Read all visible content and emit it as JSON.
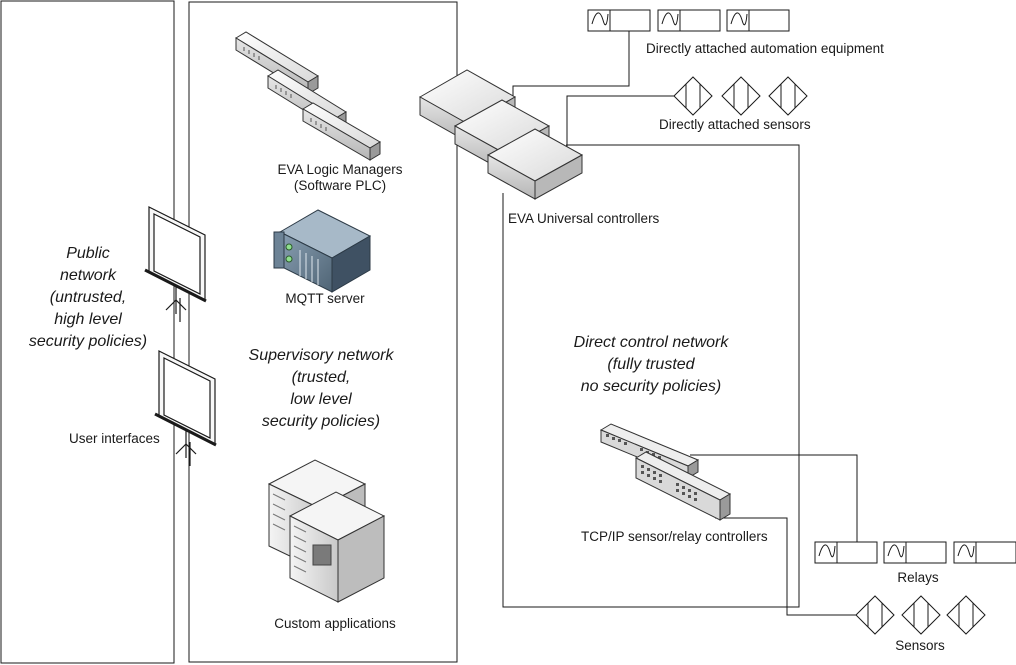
{
  "zones": {
    "public": {
      "title_lines": [
        "Public",
        "network",
        "(untrusted,",
        "high level",
        "security policies)"
      ]
    },
    "supervisory": {
      "title_lines": [
        "Supervisory network",
        "(trusted,",
        "low level",
        "security policies)"
      ]
    },
    "direct": {
      "title_lines": [
        "Direct control network",
        "(fully trusted",
        "no security policies)"
      ]
    }
  },
  "nodes": {
    "user_interfaces": "User interfaces",
    "logic_managers": [
      "EVA Logic Managers",
      "(Software PLC)"
    ],
    "mqtt_server": "MQTT server",
    "custom_applications": "Custom applications",
    "universal_controllers": "EVA Universal controllers",
    "automation_equipment": "Directly attached automation equipment",
    "attached_sensors": "Directly attached sensors",
    "relay_controllers": "TCP/IP sensor/relay controllers",
    "relays": "Relays",
    "sensors": "Sensors"
  },
  "colors": {
    "line": "#1a1a1a",
    "device_light": "#f2f2f2",
    "device_mid": "#d6d6d6",
    "device_dark": "#a8a8a8",
    "server_blue": "#6d8396",
    "server_blue_dark": "#3f5163"
  }
}
